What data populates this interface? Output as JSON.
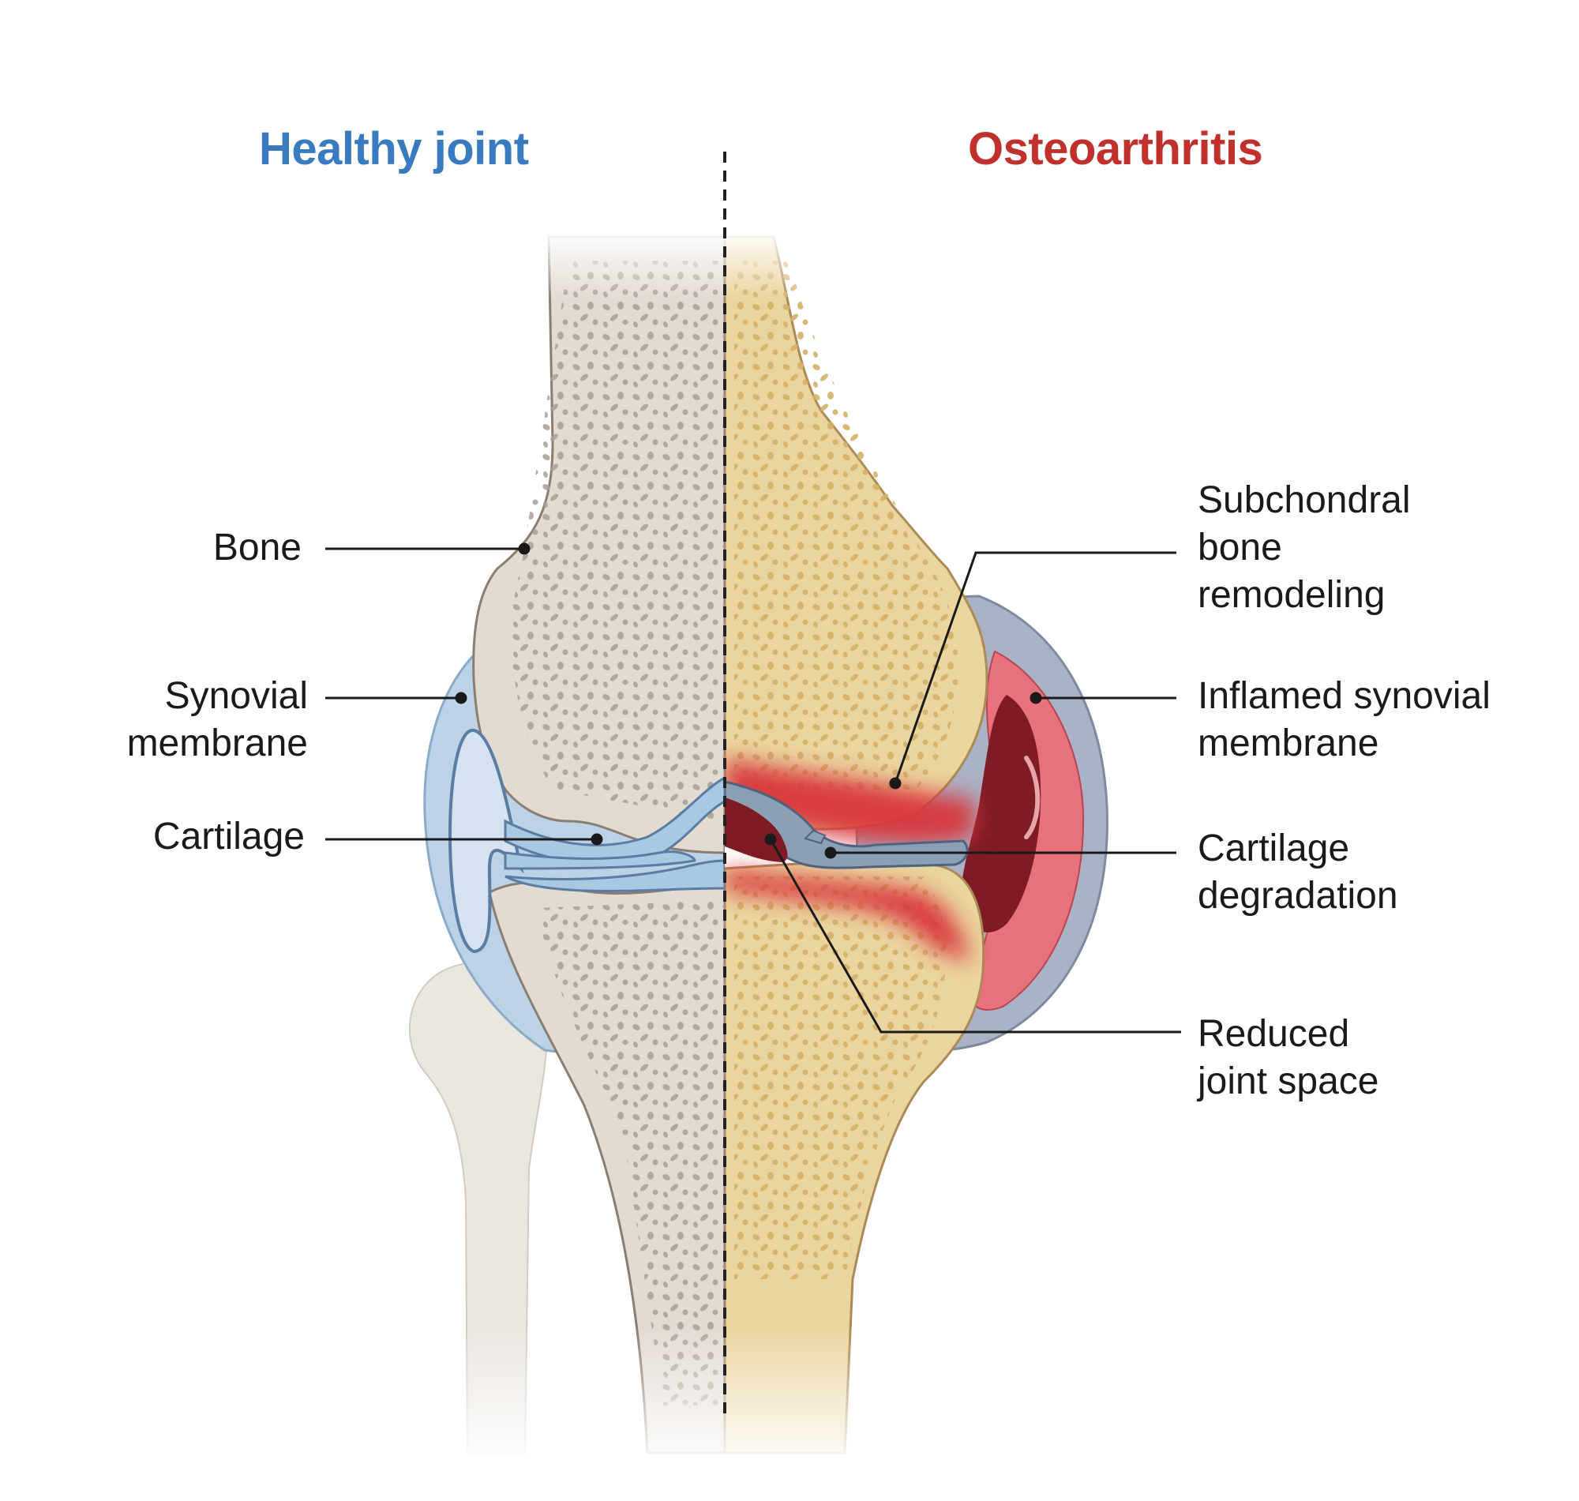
{
  "panels": {
    "healthy": {
      "title": "Healthy joint",
      "color": "#3a7bbf"
    },
    "osteoarthritis": {
      "title": "Osteoarthritis",
      "color": "#c0302c"
    }
  },
  "labels": {
    "bone": [
      "Bone"
    ],
    "synovial_membrane": [
      "Synovial",
      "membrane"
    ],
    "cartilage": [
      "Cartilage"
    ],
    "subchondral": [
      "Subchondral",
      "bone",
      "remodeling"
    ],
    "inflamed_synovial": [
      "Inflamed synovial",
      "membrane"
    ],
    "cartilage_degradation": [
      "Cartilage",
      "degradation"
    ],
    "reduced_joint_space": [
      "Reduced",
      "joint space"
    ]
  },
  "colors": {
    "healthy_bone": "#e2dbd2",
    "healthy_bone_spots": "#a99f95",
    "oa_bone": "#ead59f",
    "oa_bone_spots": "#d9b76e",
    "synovial_capsule": "#bcd2e6",
    "cartilage": "#a9c8e3",
    "inflammation_red": "#d9363a",
    "inflamed_pink": "#e8727c",
    "dark_red": "#7e1b25",
    "leader_line": "#1a1a1a"
  }
}
